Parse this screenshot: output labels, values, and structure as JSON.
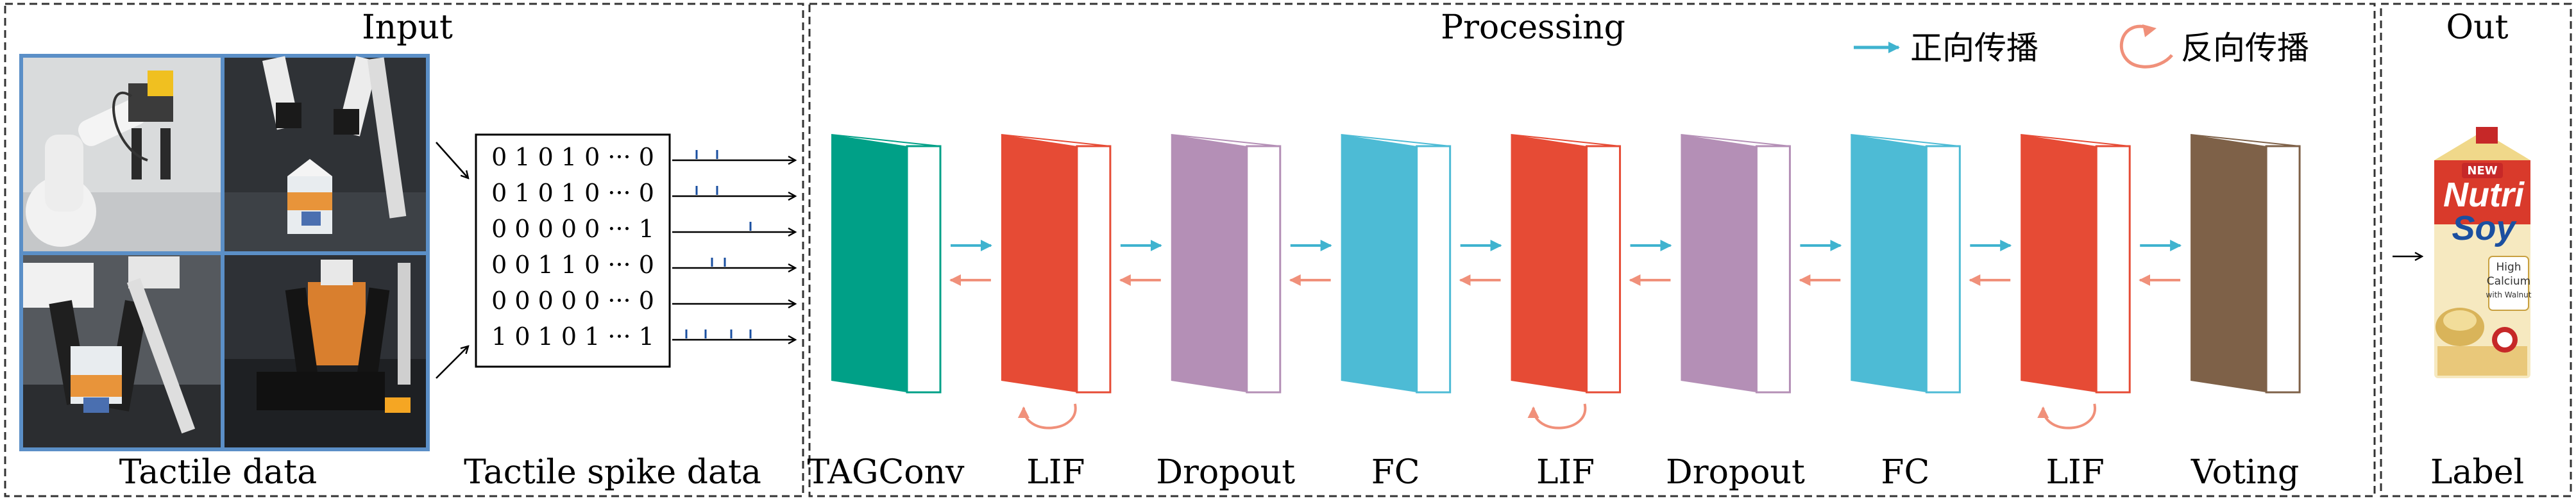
{
  "sections": {
    "input": "Input",
    "processing": "Processing",
    "out": "Out"
  },
  "legend": {
    "forward": "正向传播",
    "backward": "反向传播"
  },
  "input_labels": {
    "tactile_data": "Tactile data",
    "tactile_spike_data": "Tactile spike data"
  },
  "spike_rows": [
    "0 1 0 1 0 ··· 0",
    "0 1 0 1 0 ··· 0",
    "0 0 0 0 0 ··· 1",
    "0 0 1 1 0 ··· 0",
    "0 0 0 0 0 ··· 0",
    "1 0 1 0 1 ··· 1"
  ],
  "layers": [
    {
      "label": "TAGConv",
      "color": "#00a087"
    },
    {
      "label": "LIF",
      "color": "#e64b35"
    },
    {
      "label": "Dropout",
      "color": "#b48fb6"
    },
    {
      "label": "FC",
      "color": "#4dbbd5"
    },
    {
      "label": "LIF",
      "color": "#e64b35"
    },
    {
      "label": "Dropout",
      "color": "#b48fb6"
    },
    {
      "label": "FC",
      "color": "#4dbbd5"
    },
    {
      "label": "LIF",
      "color": "#e64b35"
    },
    {
      "label": "Voting",
      "color": "#7e6148"
    }
  ],
  "output_label": "Label",
  "product": {
    "badge": "NEW",
    "brand_line1": "Nutri",
    "brand_line2": "Soy",
    "tag1": "High",
    "tag2": "Calcium",
    "tag3": "with Walnut"
  },
  "colors": {
    "forward": "#3fb3cf",
    "backward": "#f0907a",
    "panel_border": "#5b8fc7"
  }
}
